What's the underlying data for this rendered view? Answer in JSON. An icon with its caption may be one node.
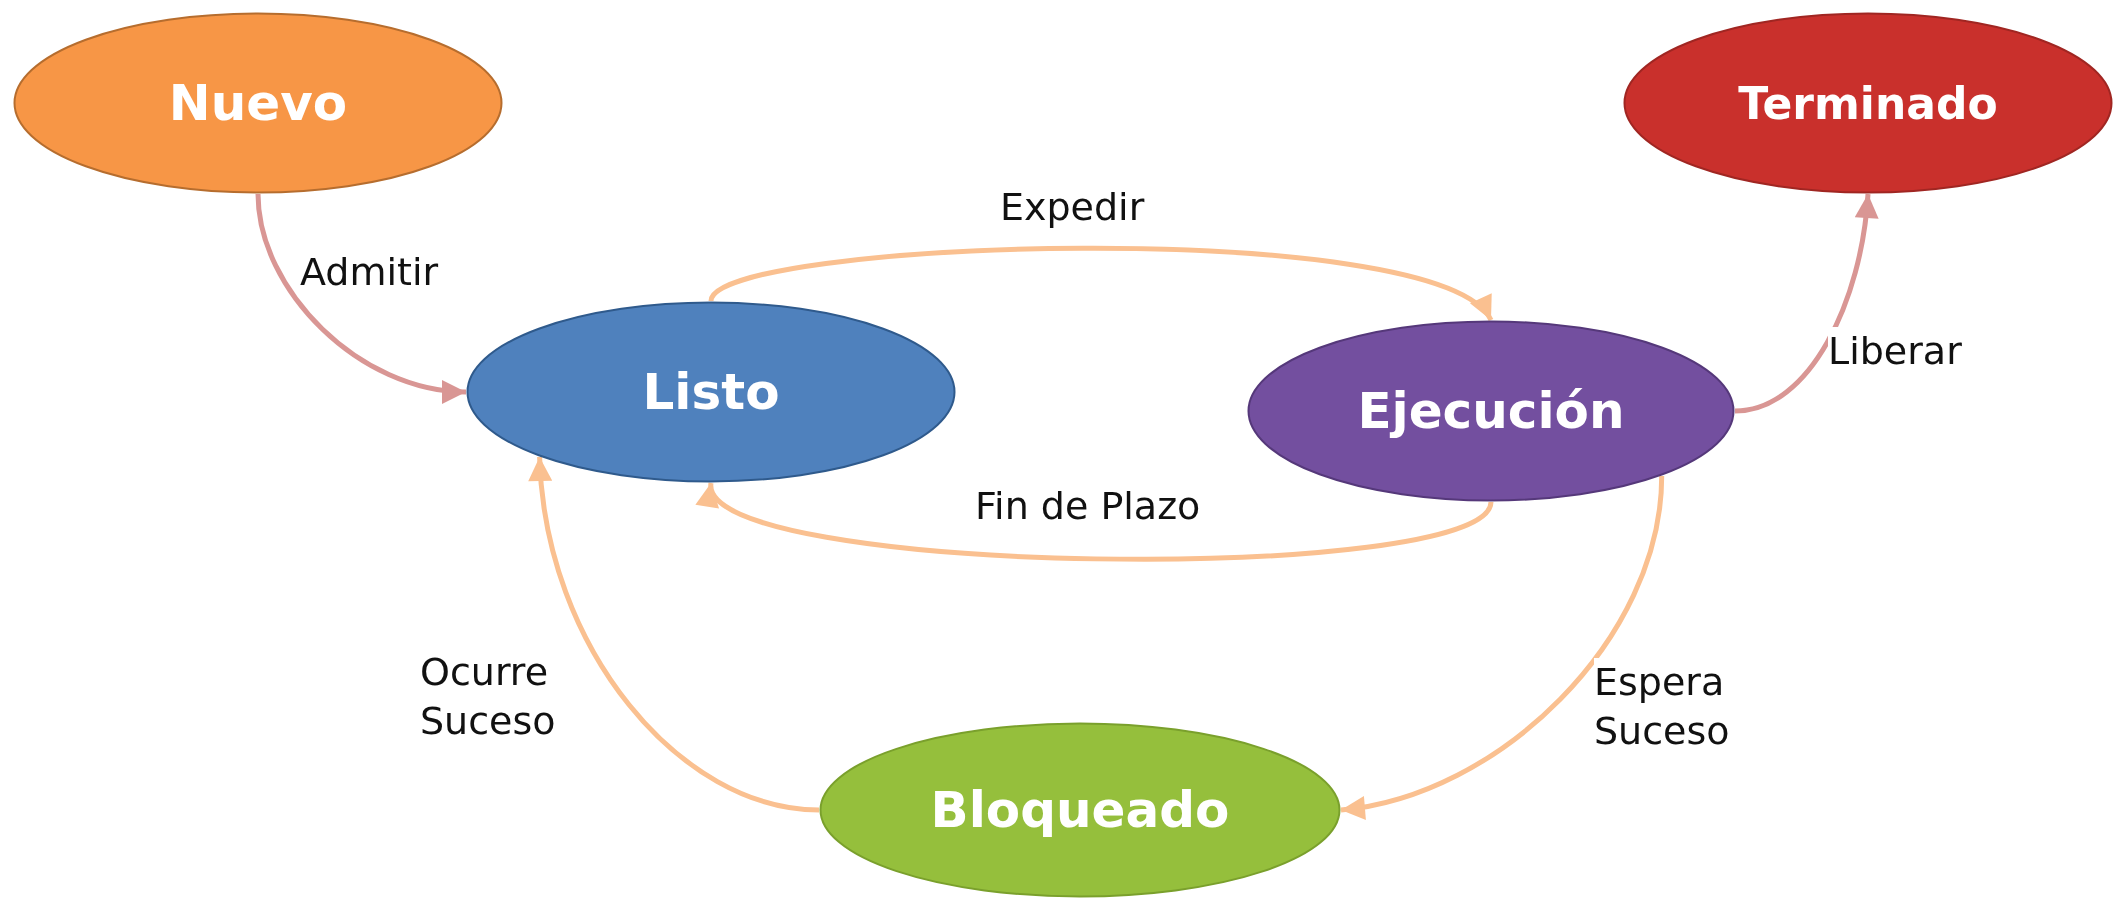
{
  "diagram": {
    "nodes": [
      {
        "text": [
          "Nuevo"
        ]
      },
      {
        "text": [
          "Terminado"
        ]
      },
      {
        "text": [
          "Listo"
        ]
      },
      {
        "text": [
          "Ejecución"
        ]
      },
      {
        "text": [
          "Bloqueado"
        ]
      }
    ],
    "edges": [
      {
        "from": 0,
        "to": 2,
        "arrow": "to",
        "label": "Admitir",
        "color": "#d99694"
      },
      {
        "from": 2,
        "to": 3,
        "arrow": "to",
        "label": "Expedir"
      },
      {
        "from": 3,
        "to": 2,
        "arrow": "to",
        "label": "Fin de Plazo"
      },
      {
        "from": 3,
        "to": 1,
        "arrow": "to",
        "label": "Liberar",
        "color": "#d99694"
      },
      {
        "from": 3,
        "to": 4,
        "arrow": "to",
        "label": "Espera Suceso"
      },
      {
        "from": 4,
        "to": 2,
        "arrow": "to",
        "label": "Ocurre Suceso"
      }
    ]
  }
}
